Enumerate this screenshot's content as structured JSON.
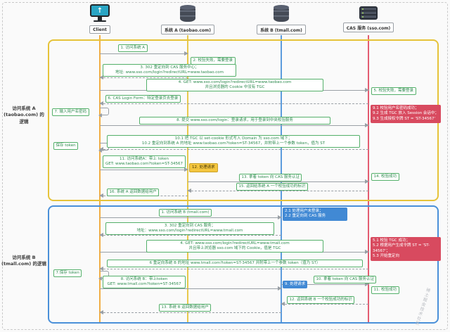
{
  "actors": [
    {
      "name": "Client",
      "icon": "monitor-up-arrow-icon",
      "lifeline_color": "#f0a532"
    },
    {
      "name": "系统 A (taobao.com)",
      "icon": "database-icon",
      "lifeline_color": "#e6c339"
    },
    {
      "name": "系统 B (tmall.com)",
      "icon": "database-icon",
      "lifeline_color": "#4a90d9"
    },
    {
      "name": "CAS 服务 (sso.com)",
      "icon": "server-icon",
      "lifeline_color": "#e04a62"
    }
  ],
  "frames": {
    "a_label": "访问系统 A\n(taobao.com) 的逻辑",
    "b_label": "访问系统 B\n(tmall.com) 的逻辑"
  },
  "flow_a": {
    "m1": "1. 访问系统 A",
    "m2": "2. 校验失败，需要登录",
    "m3": "3. 302 重定向到 CAS 服务中心；\n地址: www.sso.com/login?redirectURL=www.taobao.com",
    "m4": "4. GET: www.sso.com/login?redirectURL=www.taobao.com\n并且浏览器的 Cookie 中没有 TGC",
    "m5": "5. 校验失败，需要登录",
    "m6": "6. CAS Login Form：特定登录页去登录",
    "m7": "7. 输入用户名密码",
    "m8": "8. 提交 www.sso.com/login：登录请求，用于登录到中央校验服务",
    "m9": "9.1 校验用户名密码成功；\n9.2 生成 TGC 放入 Session 会话中；\n9.3 生成授权令牌 ST = 'ST-34567'",
    "m10": "10.1 把 TGC 以 set-cookie 形式写入 Domain 为 sso.com 域下；\n10.2 重定向到系统 A 的地址 www.taobao.com?token=ST-34567，并附带上一个参数 token，值为 ST",
    "save_token": "保存 token",
    "m11": "11. 访问系统A：带上 token\nGET: www.taobao.com?token=ST-34567",
    "m12": "12. 处理请求",
    "m13": "13. 拿着 token 向 CAS 服务认证",
    "m14": "14. 校验成功",
    "m15": "15. 返回给系统 A 一个校验成功的标识",
    "m16": "16. 系统 A 返回数据给用户"
  },
  "flow_b": {
    "m1": "1. 访问系统 B (tmall.com)",
    "m2": "2.1 处理用户未登录；\n2.2 重定向到 CAS 服务",
    "m3": "3. 302 重定向到 CAS 服务；\n地址：www.sso.com/login?redirectURL=www.tmall.com",
    "m4": "4. GET: www.sso.com/login?redirectURL=www.tmall.com\n并且带上浏览器 sso.com 域下的 Cookie，值是 TGC",
    "m5": "5.1 校验 TGC 成功；\n5.2 根据用户生成令牌 ST = 'ST-34567'；\n5.3 开始重定向",
    "m6": "6 重定向系统 B 的地址 www.tmall.com?token=ST-34567 并附带上一个参数 token（值为 ST）",
    "save_token": "7.保存 token",
    "m8": "8. 访问系统 B：带上token\nGET: www.tmall.com?token=ST-34567",
    "m9": "9. 处理请求",
    "m10": "10. 拿着 token 向 CAS 服务认证",
    "m11": "11. 校验成功",
    "m12": "12. 返回系统 B 一个校验成功的标识",
    "m13": "13. 系统 B 返回数据给用户"
  },
  "watermark": "稀土掘金技术社区",
  "colors": {
    "message_green": "#2e8b4f",
    "note_red": "#d84a5f",
    "note_blue": "#4189d4",
    "note_yellow": "#f4c63f",
    "frame_a_border": "#e6c339",
    "frame_b_border": "#4a90d9"
  }
}
